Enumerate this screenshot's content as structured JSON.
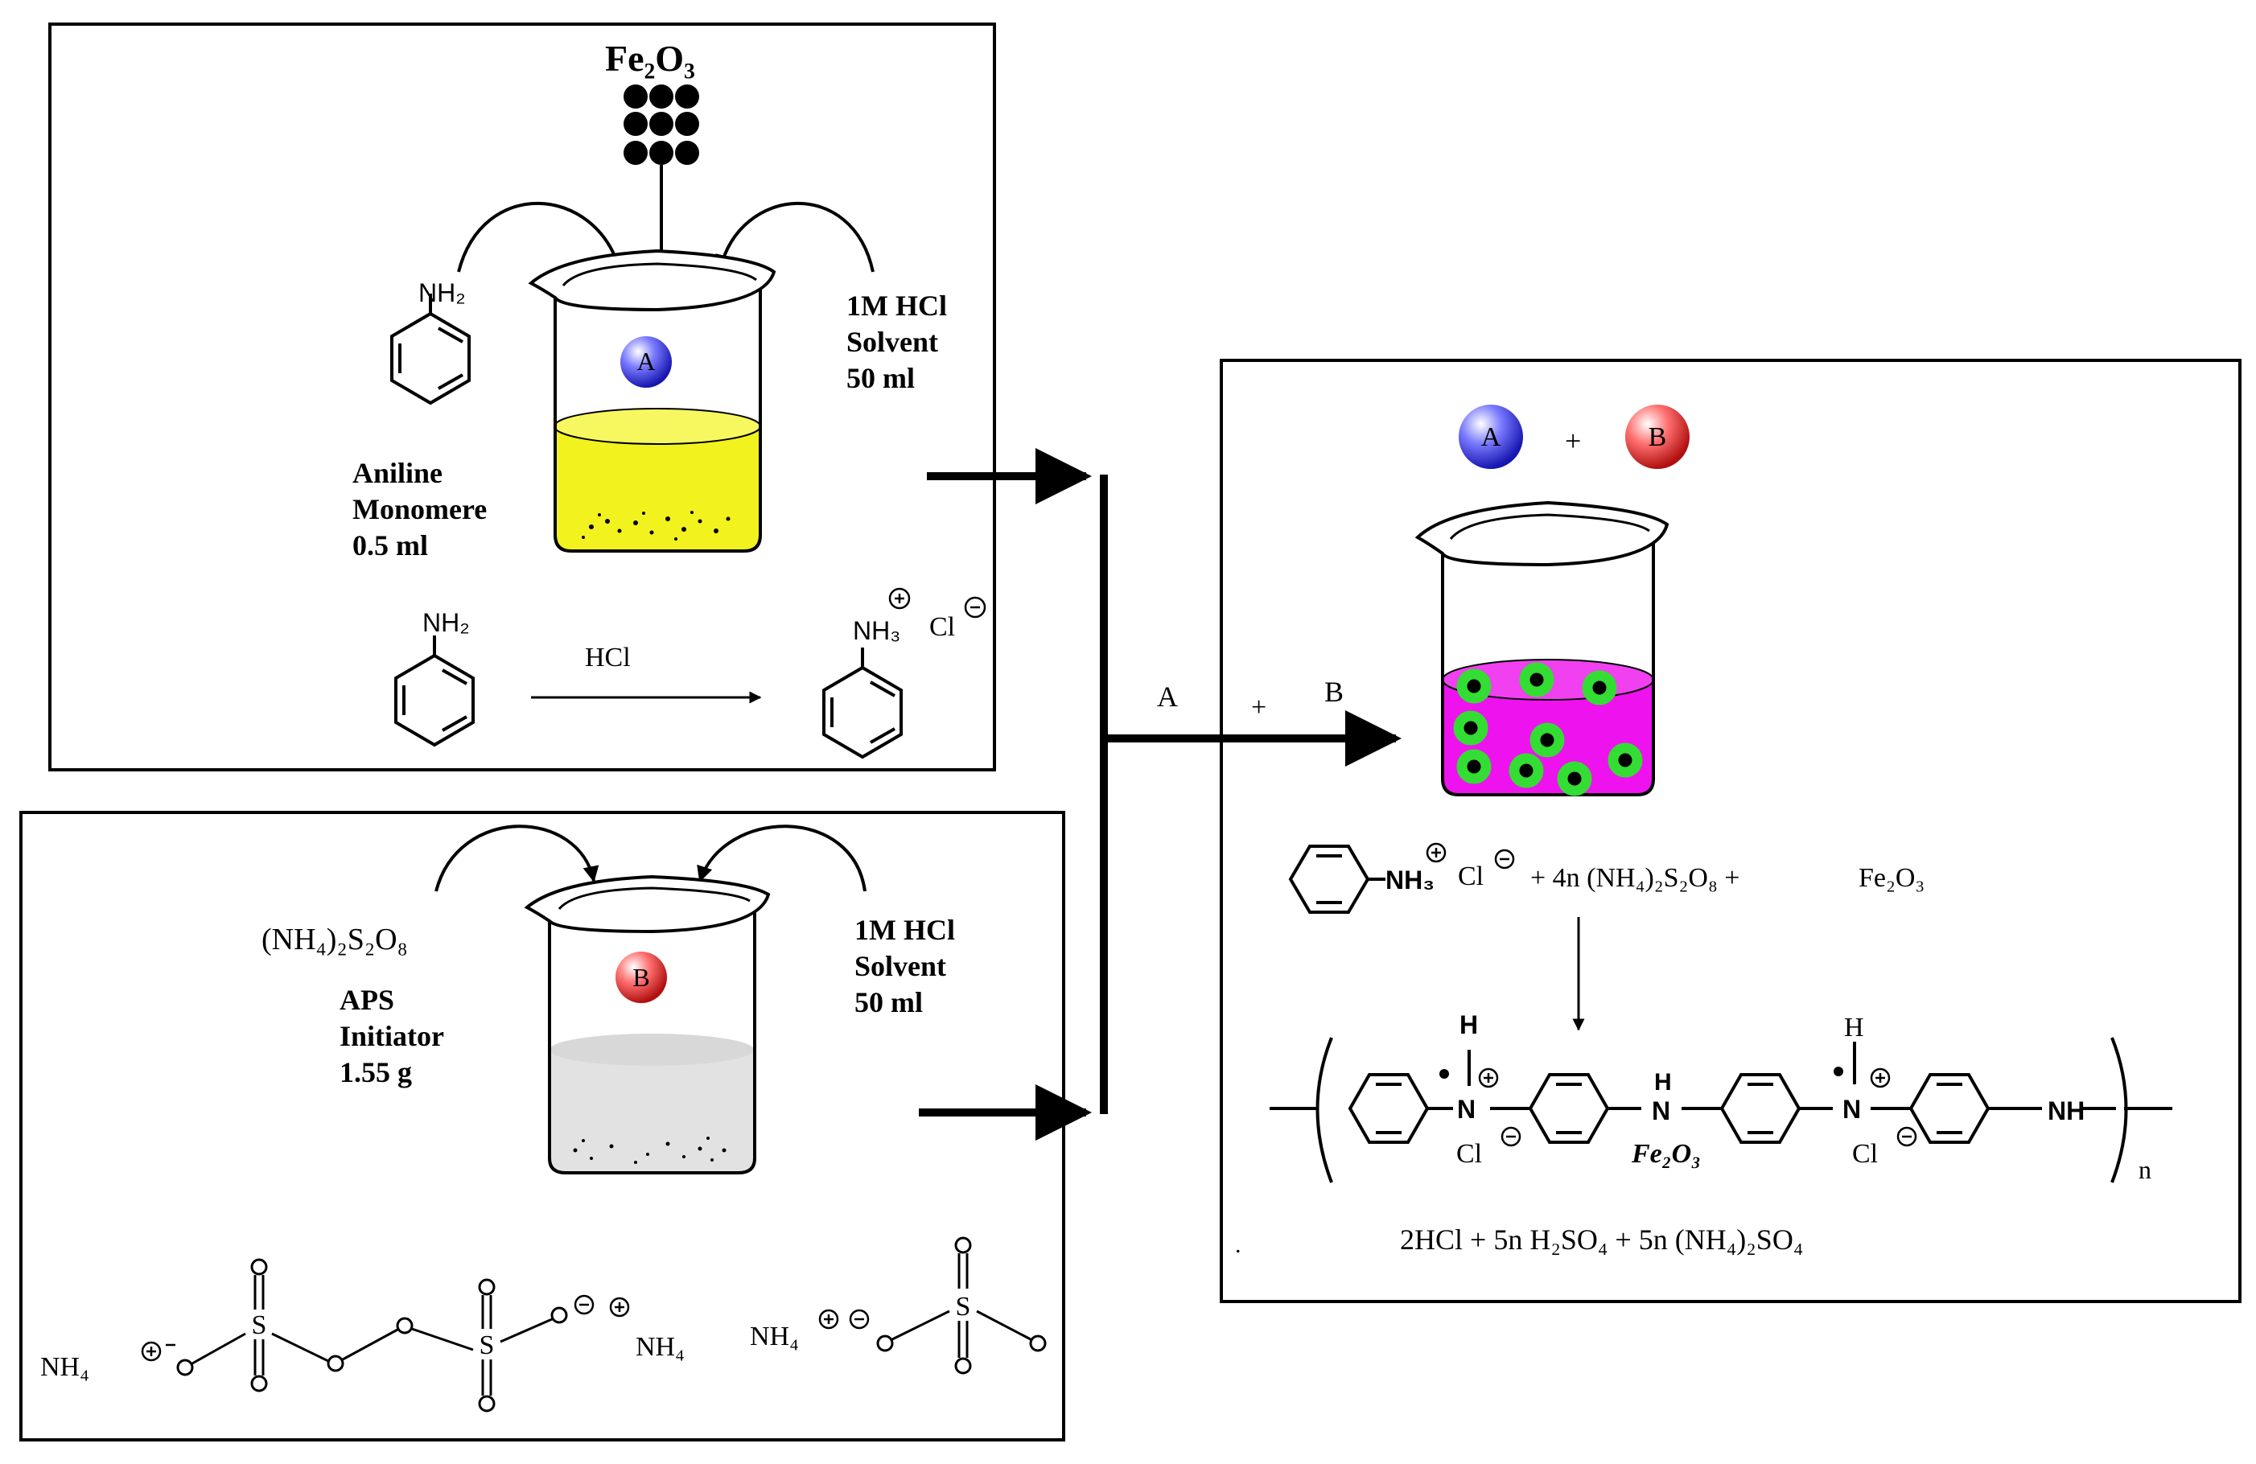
{
  "panel_a": {
    "fe2o3_label": "Fe₂O₃",
    "aniline_label_1": "Aniline",
    "aniline_label_2": "Monomere",
    "aniline_label_3": "0.5 ml",
    "solvent_label_1": "1M HCl",
    "solvent_label_2": "Solvent",
    "solvent_label_3": "50 ml",
    "ball_label": "A",
    "nh2_top": "NH₂",
    "nh2_reaction": "NH₂",
    "hcl_label": "HCl",
    "nh3_label": "NH₃",
    "cl_label": "Cl"
  },
  "panel_b": {
    "aps_formula": "(NH₄)₂S₂O₈",
    "aps_label_1": "APS",
    "aps_label_2": "Initiator",
    "aps_label_3": "1.55 g",
    "solvent_label_1": "1M HCl",
    "solvent_label_2": "Solvent",
    "solvent_label_3": "50 ml",
    "ball_label": "B",
    "nh4_left": "NH₄",
    "nh4_mid": "NH₄",
    "nh4_right": "NH₄",
    "s_label": "S"
  },
  "connector": {
    "a_label": "A",
    "plus_label": "+",
    "b_label": "B"
  },
  "panel_c": {
    "ball_a": "A",
    "ball_b": "B",
    "plus": "+",
    "reactant_nh3": "NH₃",
    "reactant_cl": "Cl",
    "reactant_rest": "+ 4n (NH₄)₂S₂O₈ +",
    "reactant_fe2o3": "Fe₂O₃",
    "polymer_h_1": "H",
    "polymer_n_1": "N",
    "polymer_cl_1": "Cl",
    "polymer_h_nh": "H",
    "polymer_n_nh": "N",
    "polymer_fe2o3": "Fe₂O₃",
    "polymer_h_2": "H",
    "polymer_n_2": "N",
    "polymer_cl_2": "Cl",
    "polymer_nh_end": "NH",
    "polymer_n_sub": "n",
    "products": "2HCl + 5n H₂SO₄ + 5n (NH₄)₂SO₄",
    "dot": "."
  },
  "colors": {
    "ball_a": "#3a3ad8",
    "ball_b": "#e03030",
    "label_a": "#2020cc",
    "label_b": "#dd2020",
    "yellow_liquid": "#f2f21e",
    "grey_liquid": "#e2e2e2",
    "magenta_liquid": "#ee12ee",
    "particle_ring": "#33dd33"
  }
}
